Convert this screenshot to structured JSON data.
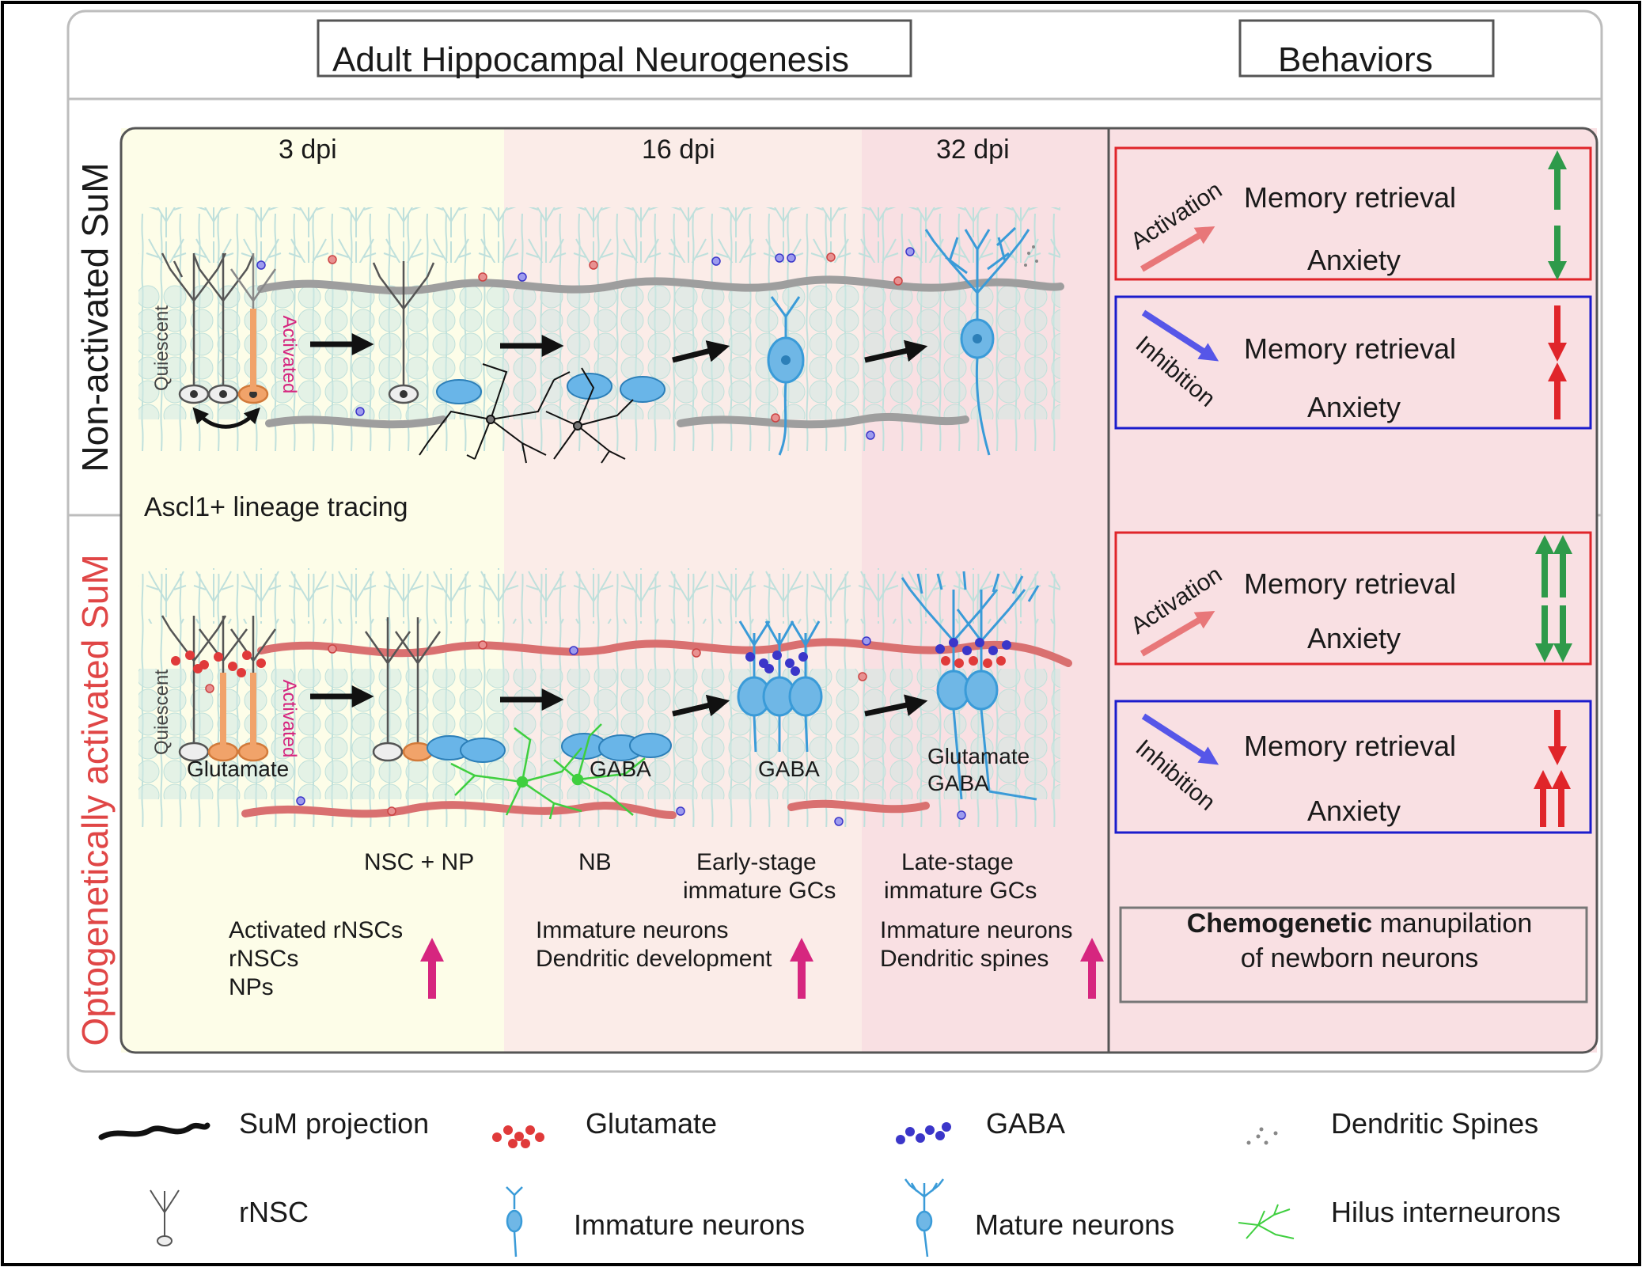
{
  "headers": {
    "main": "Adult Hippocampal Neurogenesis",
    "behaviors": "Behaviors"
  },
  "rows": {
    "top": "Non-activated SuM",
    "bottom": "Optogenetically activated SuM"
  },
  "stages": {
    "s1": "3 dpi",
    "s2": "16 dpi",
    "s3": "32 dpi"
  },
  "panel_labels": {
    "lineage": "Ascl1+ lineage tracing",
    "quiescent": "Quiescent",
    "activated": "Activated",
    "glutamate": "Glutamate",
    "gaba": "GABA",
    "glutamate_gaba_1": "Glutamate",
    "glutamate_gaba_2": "GABA"
  },
  "cell_types": {
    "nsc_np": "NSC + NP",
    "nb": "NB",
    "early_1": "Early-stage",
    "early_2": "immature GCs",
    "late_1": "Late-stage",
    "late_2": "immature GCs"
  },
  "effects": {
    "col1": [
      "Activated rNSCs",
      "rNSCs",
      "NPs"
    ],
    "col2": [
      "Immature neurons",
      "Dendritic development"
    ],
    "col3": [
      "Immature neurons",
      "Dendritic spines"
    ]
  },
  "behavior_boxes": {
    "activation": "Activation",
    "inhibition": "Inhibition",
    "memory": "Memory retrieval",
    "anxiety": "Anxiety",
    "chemo_bold": "Chemogenetic",
    "chemo_rest": "manupilation",
    "chemo_line2": "of newborn neurons"
  },
  "legend": {
    "sum_projection": "SuM projection",
    "glutamate": "Glutamate",
    "gaba": "GABA",
    "dendritic_spines": "Dendritic Spines",
    "rnsc": "rNSC",
    "immature": "Immature neurons",
    "mature": "Mature neurons",
    "hilus": "Hilus interneurons"
  },
  "colors": {
    "zone1": "#fdfde8",
    "zone2": "#fbece8",
    "zone3": "#f9e0e3",
    "behavior_bg": "#f9e0e3",
    "activation_box": "#e0252a",
    "inhibition_box": "#1c1ccc",
    "up_arrow": "#2e9a4a",
    "down_red": "#e0252a",
    "magenta": "#d6267f",
    "neuron_blue": "#3a9bd8",
    "sum_red": "#d65050",
    "gaba_dot": "#3b36c9",
    "hilus_green": "#3fcf3f"
  }
}
